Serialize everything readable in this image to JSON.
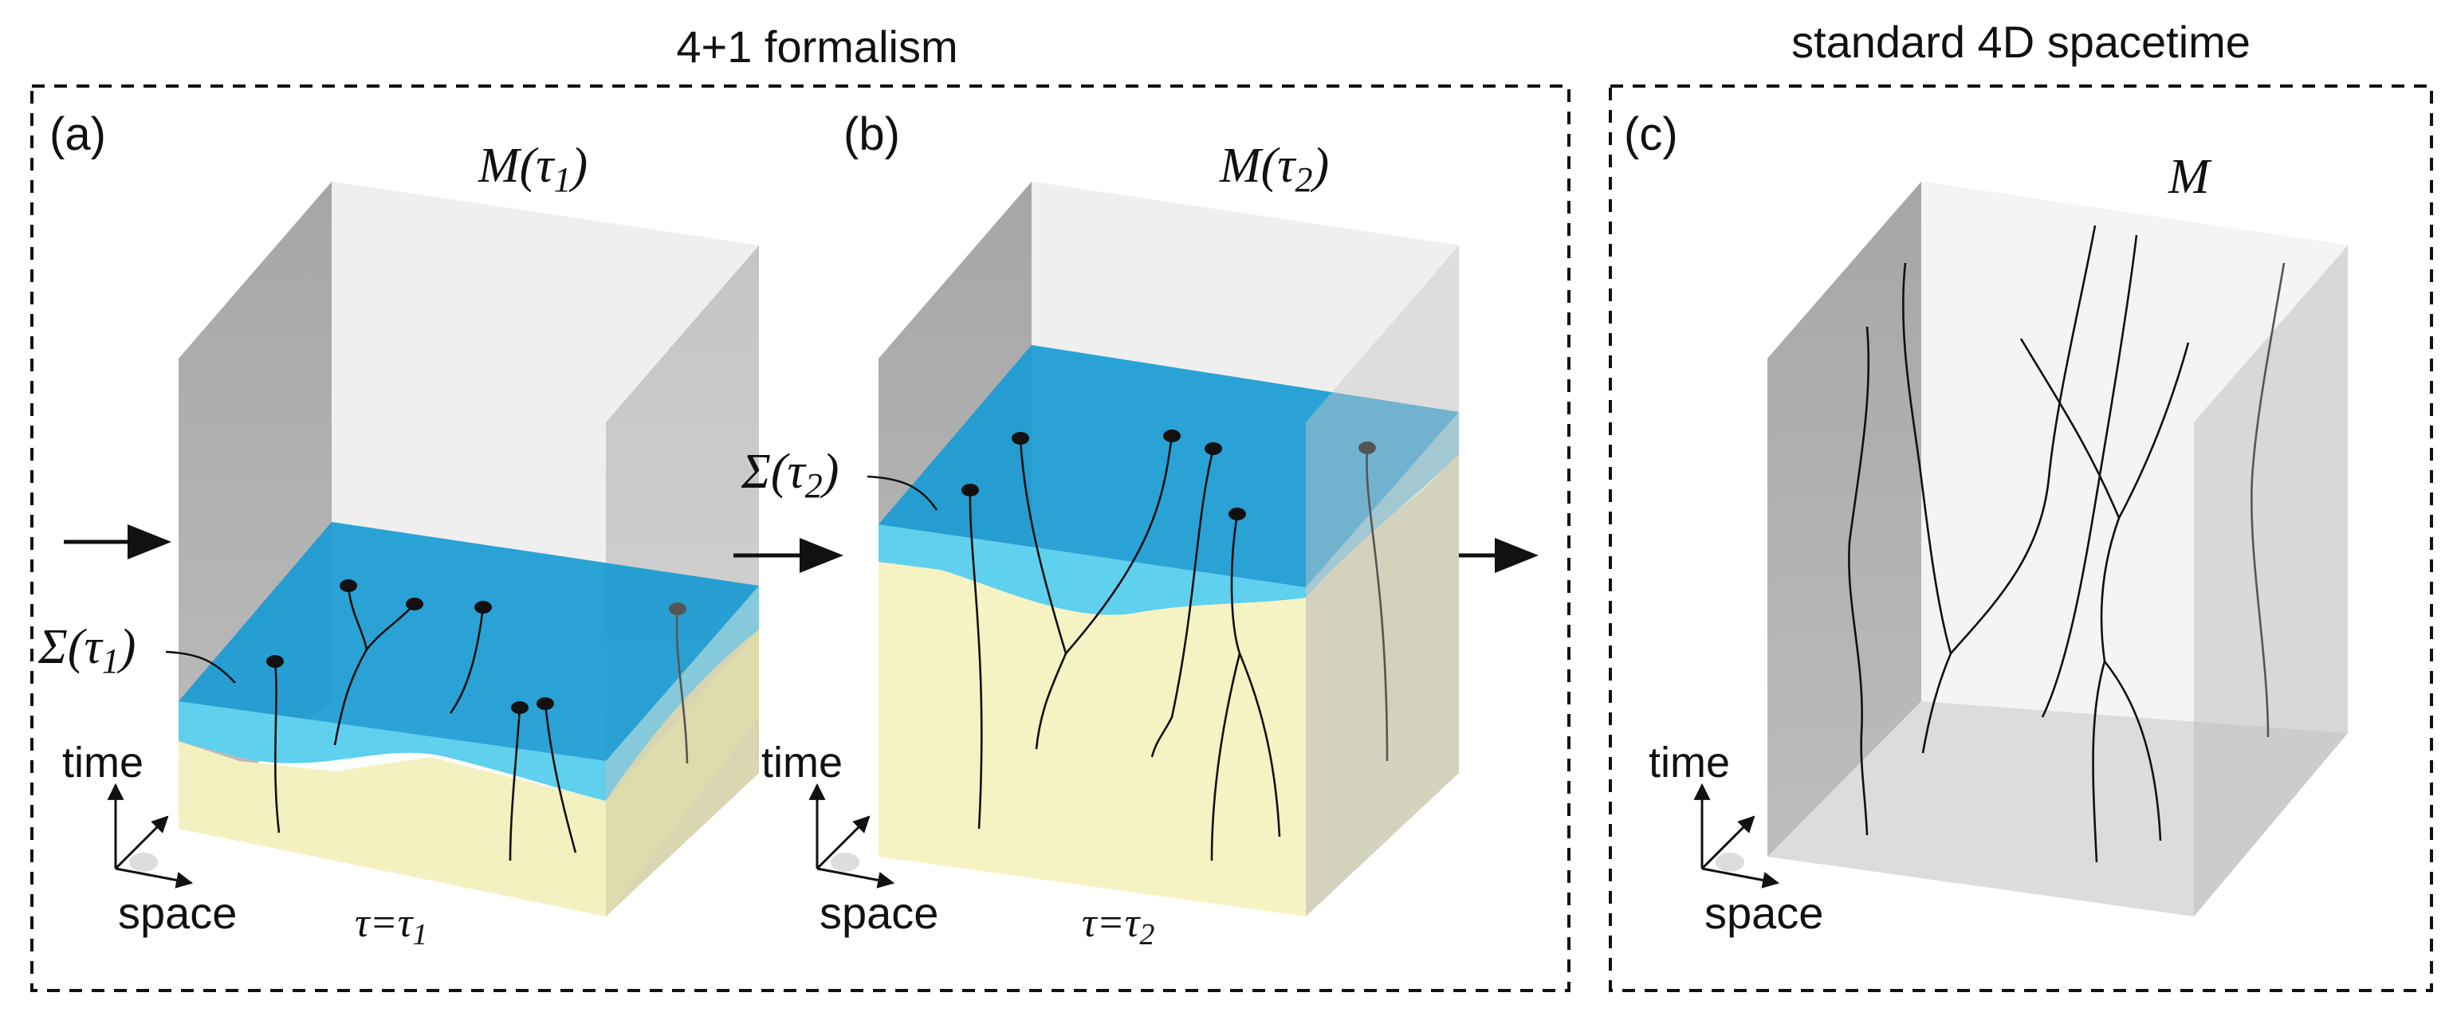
{
  "header": {
    "left_title": "4+1 formalism",
    "right_title": "standard 4D spacetime"
  },
  "panels": [
    {
      "id": "a",
      "label": "(a)",
      "manifold": "M(τ1)",
      "manifold_base": "M(τ",
      "manifold_sub": "1",
      "surface_base": "Σ(τ",
      "surface_sub": "1",
      "tau_base": "τ=τ",
      "tau_sub": "1",
      "axis_time": "time",
      "axis_space": "space"
    },
    {
      "id": "b",
      "label": "(b)",
      "manifold_base": "M(τ",
      "manifold_sub": "2",
      "surface_base": "Σ(τ",
      "surface_sub": "2",
      "tau_base": "τ=τ",
      "tau_sub": "2",
      "axis_time": "time",
      "axis_space": "space"
    },
    {
      "id": "c",
      "label": "(c)",
      "manifold": "M",
      "axis_time": "time",
      "axis_space": "space"
    }
  ],
  "colors": {
    "box_gray": "#9a9a9a",
    "surface_blue": "#1a9bd4",
    "surface_light": "#5fd0ee",
    "filled_yellow": "#f3f1bf",
    "worldline": "#111111"
  }
}
